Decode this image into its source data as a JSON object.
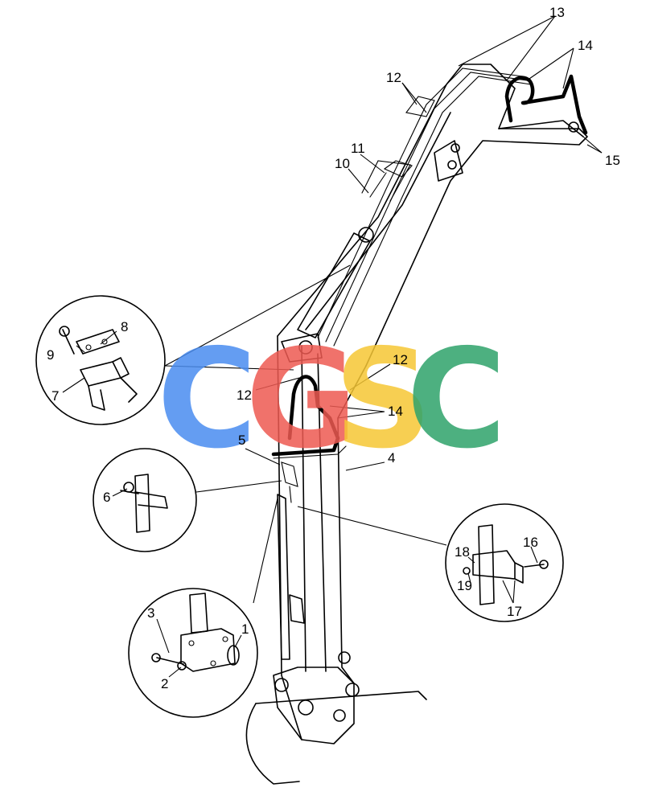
{
  "callouts": {
    "c1": "1",
    "c2": "2",
    "c3": "3",
    "c4": "4",
    "c5": "5",
    "c6": "6",
    "c7": "7",
    "c8": "8",
    "c9": "9",
    "c10": "10",
    "c11": "11",
    "c12a": "12",
    "c12b": "12",
    "c12c": "12",
    "c13": "13",
    "c14a": "14",
    "c14b": "14",
    "c15": "15",
    "c16": "16",
    "c17": "17",
    "c18": "18",
    "c19": "19"
  },
  "watermark": {
    "letters": [
      "C",
      "G",
      "S",
      "C"
    ],
    "colors": [
      "#4a8df0",
      "#ee5a52",
      "#f6c735",
      "#2fa36b"
    ]
  }
}
